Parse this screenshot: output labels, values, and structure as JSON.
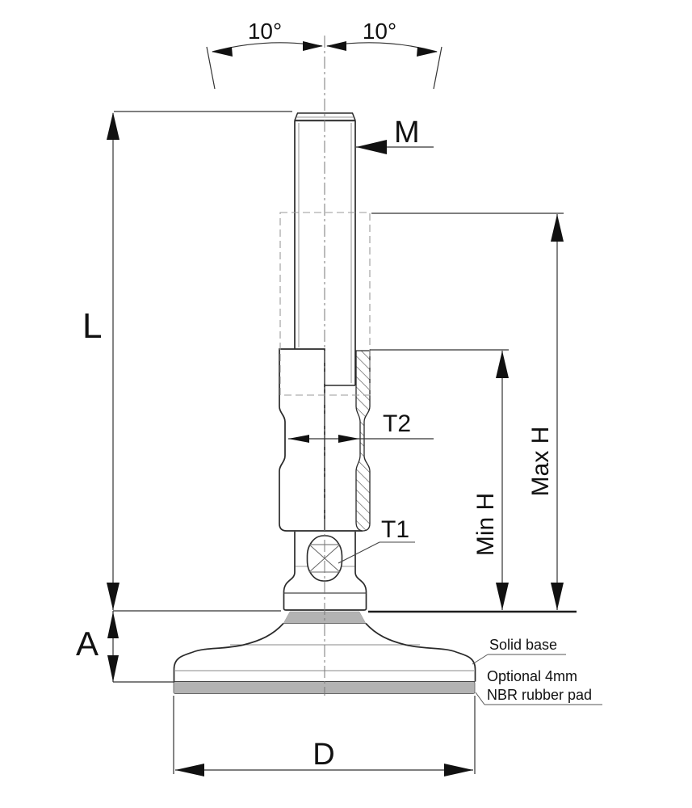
{
  "diagram": {
    "angle_left": "10°",
    "angle_right": "10°",
    "labels": {
      "thread": "M",
      "length": "L",
      "t2": "T2",
      "t1": "T1",
      "min_height": "Min H",
      "max_height": "Max H",
      "base_height": "A",
      "diameter": "D"
    },
    "annotations": {
      "solid_base": "Solid base",
      "rubber_pad_line1": "Optional 4mm",
      "rubber_pad_line2": "NBR rubber pad"
    },
    "colors": {
      "line": "#2a2a2a",
      "fill_gray": "#b3b3b3",
      "background": "#ffffff"
    }
  }
}
